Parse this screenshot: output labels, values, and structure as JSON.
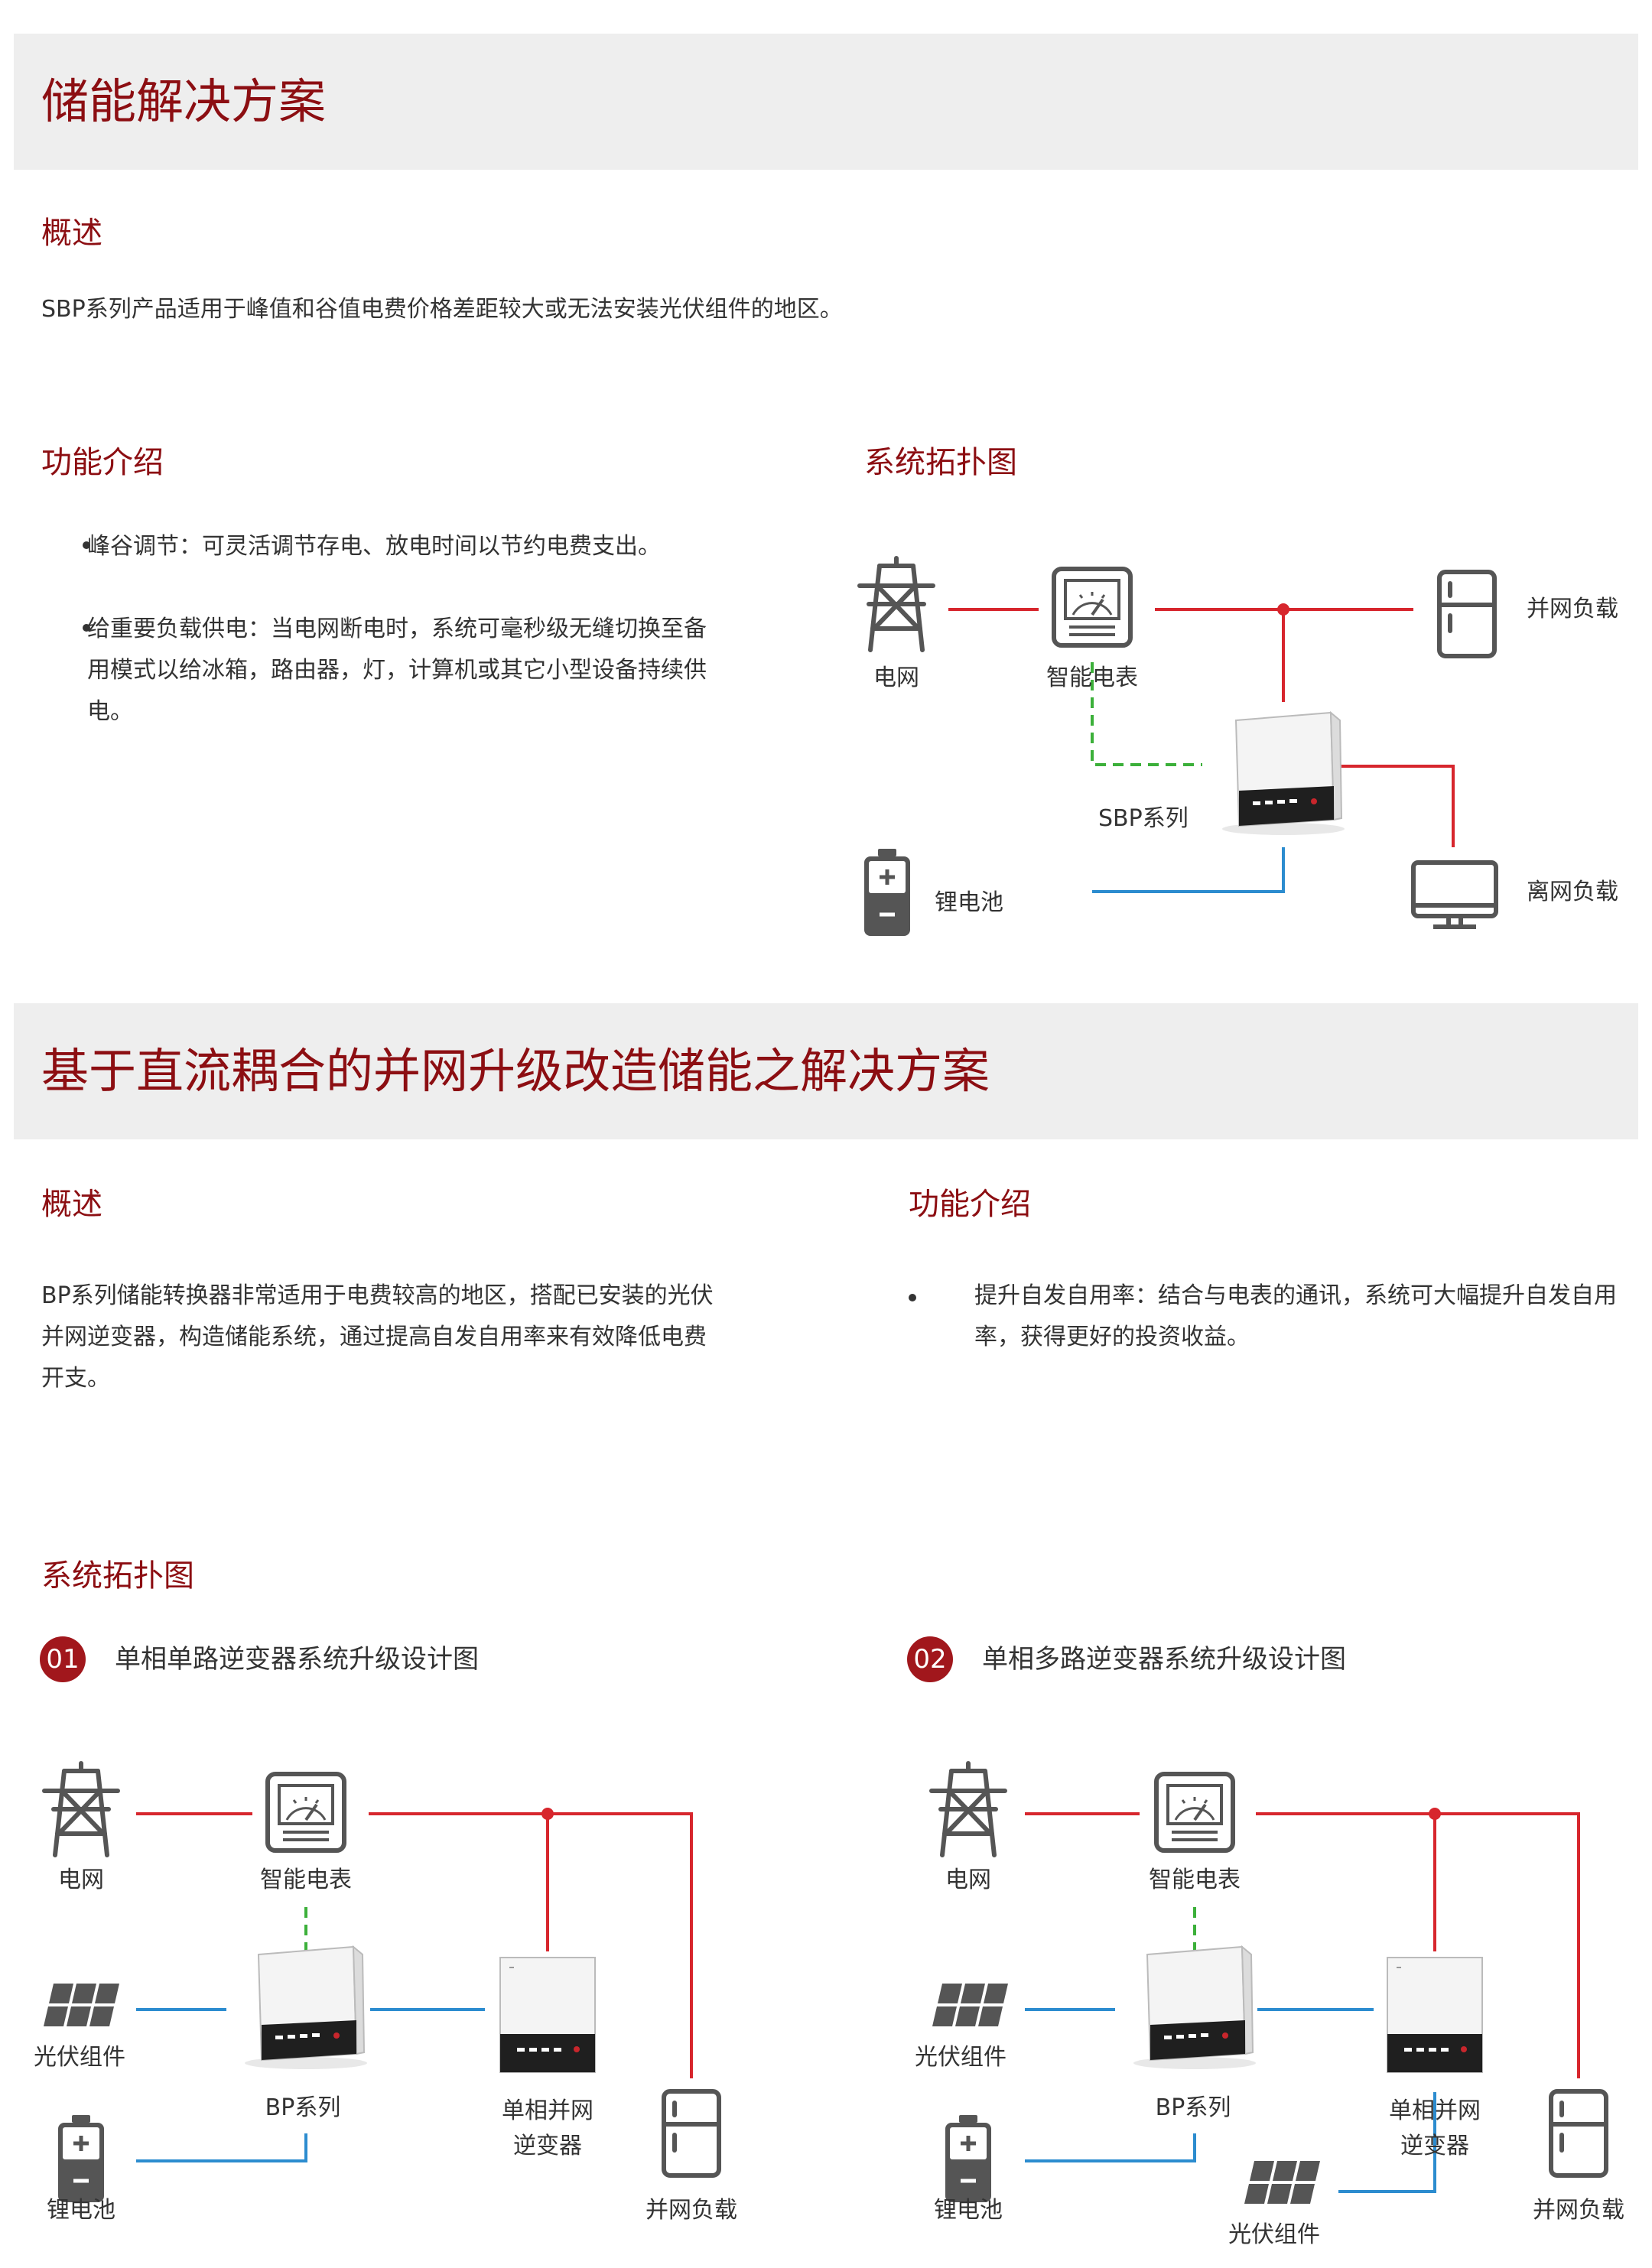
{
  "section1": {
    "banner_title": "储能解决方案",
    "overview_heading": "概述",
    "overview_text": "SBP系列产品适用于峰值和谷值电费价格差距较大或无法安装光伏组件的地区。",
    "features_heading": "功能介绍",
    "features": [
      "峰谷调节：可灵活调节存电、放电时间以节约电费支出。",
      "给重要负载供电：当电网断电时，系统可毫秒级无缝切换至备用模式以给冰箱，路由器，灯，计算机或其它小型设备持续供电。"
    ],
    "topology_heading": "系统拓扑图",
    "diagram_labels": {
      "grid": "电网",
      "meter": "智能电表",
      "on_grid_load": "并网负载",
      "inverter": "SBP系列",
      "battery": "锂电池",
      "off_grid_load": "离网负载"
    }
  },
  "section2": {
    "banner_title": "基于直流耦合的并网升级改造储能之解决方案",
    "overview_heading": "概述",
    "overview_text": "BP系列储能转换器非常适用于电费较高的地区，搭配已安装的光伏并网逆变器，构造储能系统，通过提高自发自用率来有效降低电费开支。",
    "features_heading": "功能介绍",
    "features": [
      "提升自发自用率：结合与电表的通讯，系统可大幅提升自发自用率，获得更好的投资收益。"
    ],
    "topology_heading": "系统拓扑图",
    "diagrams": [
      {
        "number": "01",
        "title": "单相单路逆变器系统升级设计图",
        "labels": {
          "grid": "电网",
          "meter": "智能电表",
          "pv": "光伏组件",
          "bp": "BP系列",
          "inverter_line1": "单相并网",
          "inverter_line2": "逆变器",
          "battery": "锂电池",
          "load": "并网负载"
        }
      },
      {
        "number": "02",
        "title": "单相多路逆变器系统升级设计图",
        "labels": {
          "grid": "电网",
          "meter": "智能电表",
          "pv": "光伏组件",
          "bp": "BP系列",
          "inverter_line1": "单相并网",
          "inverter_line2": "逆变器",
          "battery": "锂电池",
          "pv2": "光伏组件",
          "load": "并网负载"
        }
      }
    ]
  },
  "colors": {
    "heading": "#8c0e12",
    "banner_bg": "#eeeeee",
    "ac_line": "#d7262d",
    "dc_line": "#2c8ccf",
    "comm_line": "#3cb03a",
    "icon": "#555555"
  }
}
